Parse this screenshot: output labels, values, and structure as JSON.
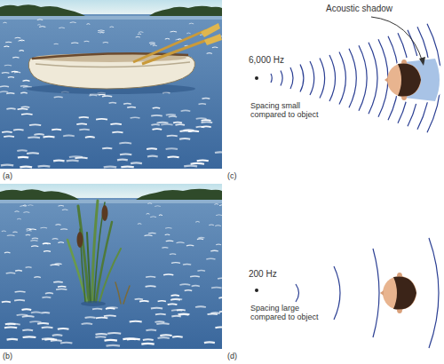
{
  "diagram": {
    "labels": [
      "Acoustic shadow",
      "6,000 Hz",
      "Spacing small compared to object",
      "(a)",
      "(c)",
      "200 Hz",
      "Spacing large compared to object",
      "(b)",
      "(d)"
    ]
  }
}
